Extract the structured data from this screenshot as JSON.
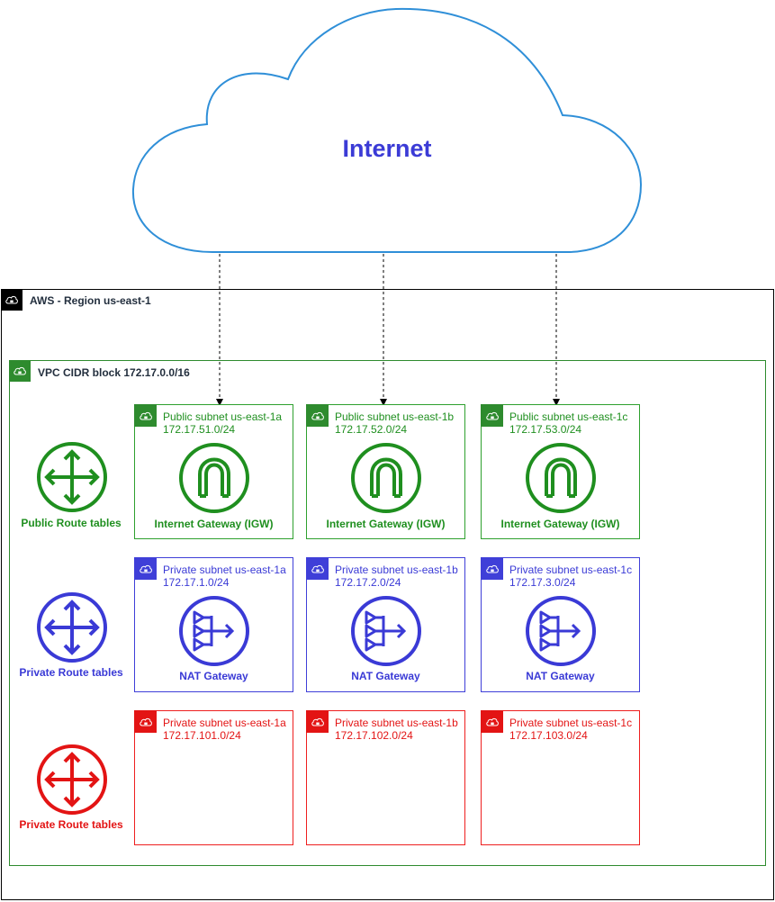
{
  "internet": {
    "label": "Internet"
  },
  "region": {
    "label": "AWS - Region us-east-1"
  },
  "vpc": {
    "label": "VPC CIDR block 172.17.0.0/16"
  },
  "route_tables": [
    {
      "label": "Public Route tables",
      "color": "#1f8f1f"
    },
    {
      "label": "Private Route tables",
      "color": "#3a3ad6"
    },
    {
      "label": "Private Route tables",
      "color": "#e31414"
    }
  ],
  "public_subnets": [
    {
      "name": "Public subnet us-east-1a",
      "cidr": "172.17.51.0/24",
      "gateway": "Internet Gateway (IGW)"
    },
    {
      "name": "Public subnet us-east-1b",
      "cidr": "172.17.52.0/24",
      "gateway": "Internet Gateway (IGW)"
    },
    {
      "name": "Public subnet us-east-1c",
      "cidr": "172.17.53.0/24",
      "gateway": "Internet Gateway (IGW)"
    }
  ],
  "private_nat_subnets": [
    {
      "name": "Private subnet us-east-1a",
      "cidr": "172.17.1.0/24",
      "gateway": "NAT Gateway"
    },
    {
      "name": "Private subnet us-east-1b",
      "cidr": "172.17.2.0/24",
      "gateway": "NAT Gateway"
    },
    {
      "name": "Private subnet us-east-1c",
      "cidr": "172.17.3.0/24",
      "gateway": "NAT Gateway"
    }
  ],
  "private_subnets": [
    {
      "name": "Private subnet us-east-1a",
      "cidr": "172.17.101.0/24"
    },
    {
      "name": "Private subnet us-east-1b",
      "cidr": "172.17.102.0/24"
    },
    {
      "name": "Private subnet us-east-1c",
      "cidr": "172.17.103.0/24"
    }
  ],
  "colors": {
    "public": "#2ea02e",
    "private_nat": "#3f3fd8",
    "private": "#ee1f1f",
    "cloud_stroke": "#2f8fd8",
    "internet_text": "#3b3bd6"
  }
}
